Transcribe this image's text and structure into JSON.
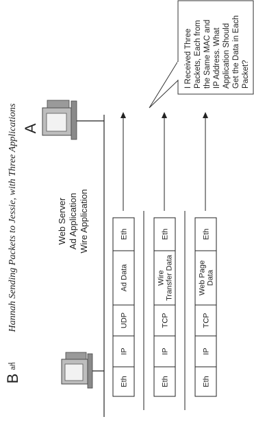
{
  "diagram": {
    "caption": "Hannah Sending Packets to Jessie, with Three Applications",
    "host_a": {
      "letter": "A",
      "lines": [
        "Web Server",
        "Ad Application",
        "Wire Application"
      ]
    },
    "host_b": {
      "letter": "B",
      "tag": "ah"
    },
    "bubble": {
      "lines": [
        "I Received Three",
        "Packets, Each from",
        "the Same MAC and",
        "IP Address. What",
        "Application Should",
        "Get the Data in Each",
        "Packet?"
      ]
    },
    "packets": [
      {
        "cells": [
          [
            "Eth"
          ],
          [
            "IP"
          ],
          [
            "UDP"
          ],
          [
            "Ad Data"
          ],
          [
            "Eth"
          ]
        ]
      },
      {
        "cells": [
          [
            "Eth"
          ],
          [
            "IP"
          ],
          [
            "TCP"
          ],
          [
            "Wire",
            "Transfer Data"
          ],
          [
            "Eth"
          ]
        ]
      },
      {
        "cells": [
          [
            "Eth"
          ],
          [
            "IP"
          ],
          [
            "TCP"
          ],
          [
            "Web Page",
            "Data"
          ],
          [
            "Eth"
          ]
        ]
      }
    ]
  }
}
